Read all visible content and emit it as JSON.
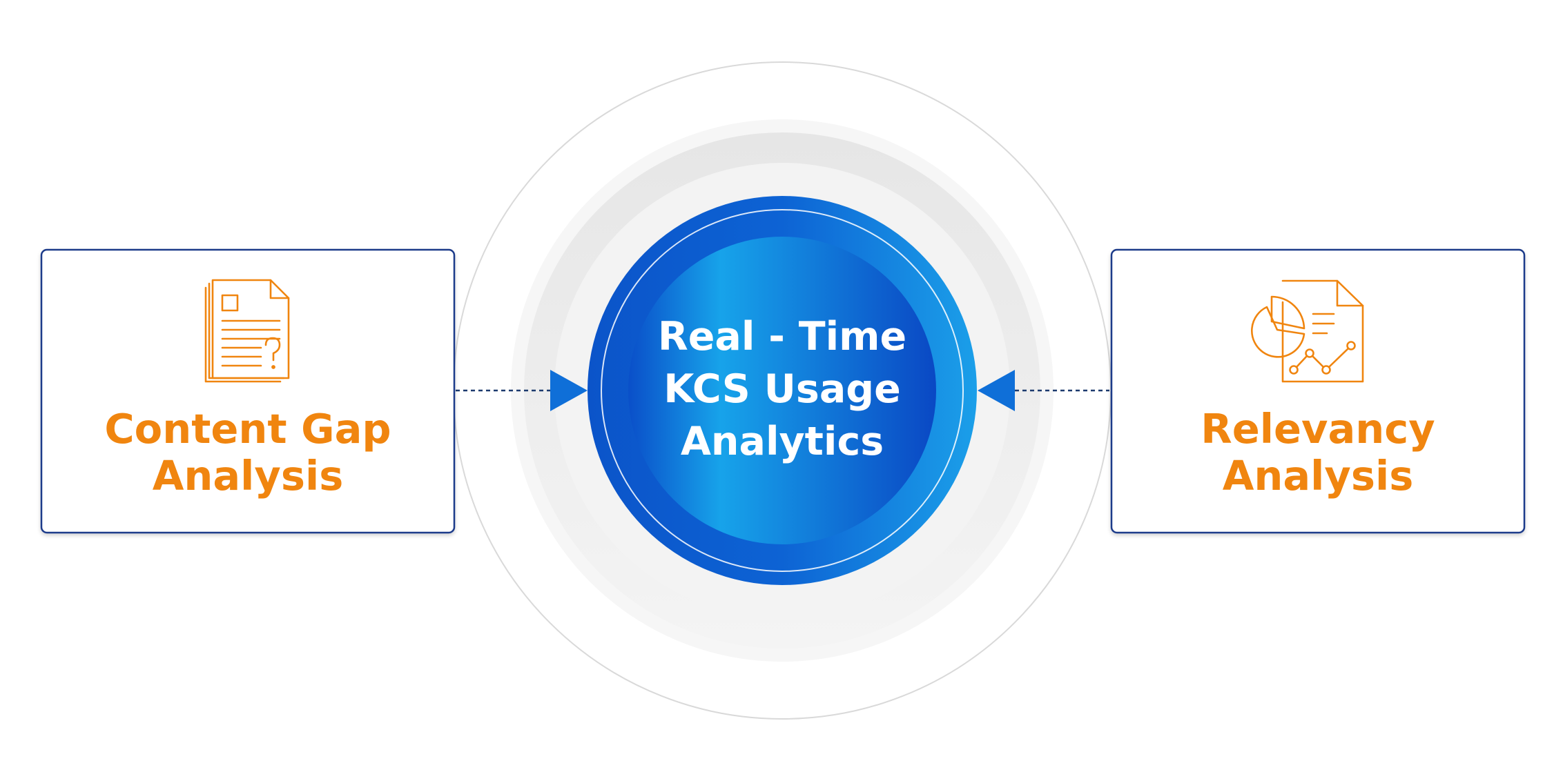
{
  "center": {
    "line1": "Real - Time",
    "line2": "KCS Usage",
    "line3": "Analytics"
  },
  "left_box": {
    "icon": "document-question-icon",
    "line1": "Content Gap",
    "line2": "Analysis"
  },
  "right_box": {
    "icon": "report-chart-icon",
    "line1": "Relevancy",
    "line2": "Analysis"
  },
  "colors": {
    "accent_orange": "#f0850f",
    "blue_dark": "#0a4fc7",
    "blue_light": "#1aa0e8",
    "box_border": "#1c3a8a",
    "connector": "#1c3a6e"
  }
}
